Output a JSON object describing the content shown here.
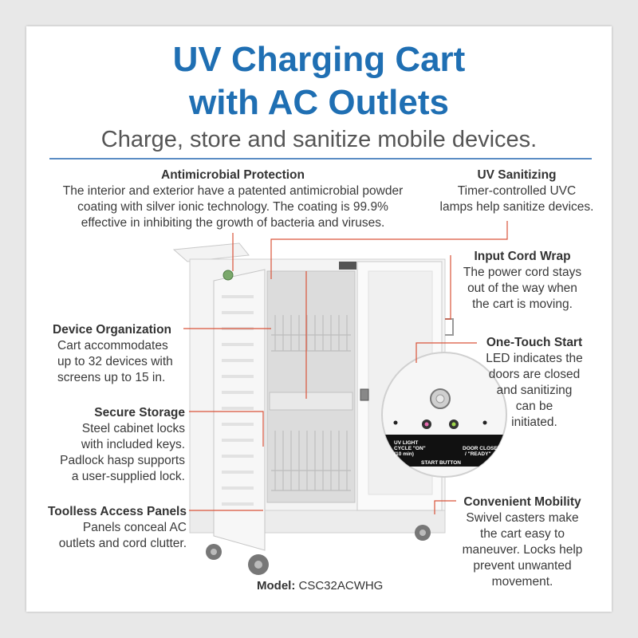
{
  "header": {
    "title_line1": "UV Charging Cart",
    "title_line2": "with AC Outlets",
    "subtitle": "Charge, store and sanitize mobile devices."
  },
  "features": {
    "antimicrobial": {
      "title": "Antimicrobial Protection",
      "lines": [
        "The interior and exterior have a patented antimicrobial powder",
        "coating with silver ionic technology. The coating is 99.9%",
        "effective in inhibiting the growth of bacteria and viruses."
      ]
    },
    "uv_sanitizing": {
      "title": "UV Sanitizing",
      "lines": [
        "Timer-controlled UVC",
        "lamps help sanitize devices."
      ]
    },
    "input_cord": {
      "title": "Input Cord Wrap",
      "lines": [
        "The power cord stays",
        "out of the way when",
        "the cart is moving."
      ]
    },
    "one_touch": {
      "title": "One-Touch Start",
      "lines": [
        "LED indicates the",
        "doors are closed",
        "and sanitizing",
        "can be",
        "initiated."
      ]
    },
    "device_org": {
      "title": "Device Organization",
      "lines": [
        "Cart accommodates",
        "up to 32 devices with",
        "screens up to 15 in."
      ]
    },
    "secure": {
      "title": "Secure Storage",
      "lines": [
        "Steel cabinet locks",
        "with included keys.",
        "Padlock hasp supports",
        "a user-supplied lock."
      ]
    },
    "toolless": {
      "title": "Toolless Access Panels",
      "lines": [
        "Panels conceal AC",
        "outlets and cord clutter."
      ]
    },
    "mobility": {
      "title": "Convenient Mobility",
      "lines": [
        "Swivel casters make",
        "the cart easy to",
        "maneuver. Locks help",
        "prevent unwanted",
        "movement."
      ]
    }
  },
  "inset": {
    "label_uv": [
      "UV LIGHT",
      "CYCLE \"ON\"",
      "(10 min)"
    ],
    "label_start": "START BUTTON",
    "label_door": [
      "DOOR CLOSED",
      "/ \"READY\""
    ]
  },
  "model": {
    "label": "Model:",
    "value": "CSC32ACWHG"
  },
  "colors": {
    "title": "#1f6fb3",
    "callout_line": "#d9533a",
    "rule": "#5b8cc4",
    "cart": "#f2f2f2"
  }
}
